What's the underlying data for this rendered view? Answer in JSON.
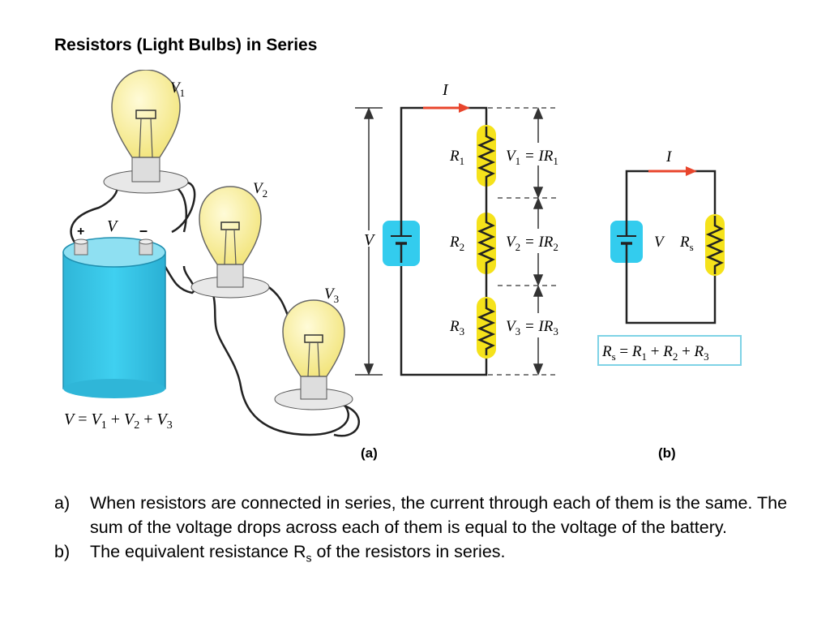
{
  "title": "Resistors (Light Bulbs) in Series",
  "figure_a": {
    "bulb_labels": {
      "v1_main": "V",
      "v1_sub": "1",
      "v2_main": "V",
      "v2_sub": "2",
      "v3_main": "V",
      "v3_sub": "3"
    },
    "battery": {
      "plus": "+",
      "minus": "–",
      "v_label": "V"
    },
    "sum_equation": {
      "lhs": "V",
      "eq": " = ",
      "v1": "V",
      "s1": "1",
      "plus1": " + ",
      "v2": "V",
      "s2": "2",
      "plus2": " + ",
      "v3": "V",
      "s3": "3"
    },
    "circuit": {
      "current_label": "I",
      "source_label": "V",
      "resistors": [
        {
          "name": "R",
          "sub": "1",
          "eq_v": "V",
          "eq_vsub": "1",
          "eq_rest": " = IR",
          "eq_rsub": "1"
        },
        {
          "name": "R",
          "sub": "2",
          "eq_v": "V",
          "eq_vsub": "2",
          "eq_rest": " = IR",
          "eq_rsub": "2"
        },
        {
          "name": "R",
          "sub": "3",
          "eq_v": "V",
          "eq_vsub": "3",
          "eq_rest": " = IR",
          "eq_rsub": "3"
        }
      ]
    },
    "panel_label": "(a)"
  },
  "figure_b": {
    "current_label": "I",
    "source_label": "V",
    "resistor": {
      "name": "R",
      "sub": "s"
    },
    "equation": {
      "r": "R",
      "rs": "s",
      "eq": " = ",
      "r1": "R",
      "s1": "1",
      "p1": " + ",
      "r2": "R",
      "s2": "2",
      "p2": " + ",
      "r3": "R",
      "s3": "3"
    },
    "panel_label": "(b)"
  },
  "captions": [
    {
      "marker": "a)",
      "text": "When resistors are connected in series, the current through each of them is the same. The sum of the voltage drops across each of them is equal to the voltage of the battery."
    },
    {
      "marker": "b)",
      "text_before": "The equivalent resistance R",
      "sub": "s",
      "text_after": " of the resistors in series."
    }
  ],
  "colors": {
    "battery_cyan": "#33ccee",
    "resistor_yellow": "#f5e21b",
    "bulb_glass": "#faf3a3",
    "current_arrow": "#e8452c",
    "equation_box_border": "#7fd3e6"
  }
}
